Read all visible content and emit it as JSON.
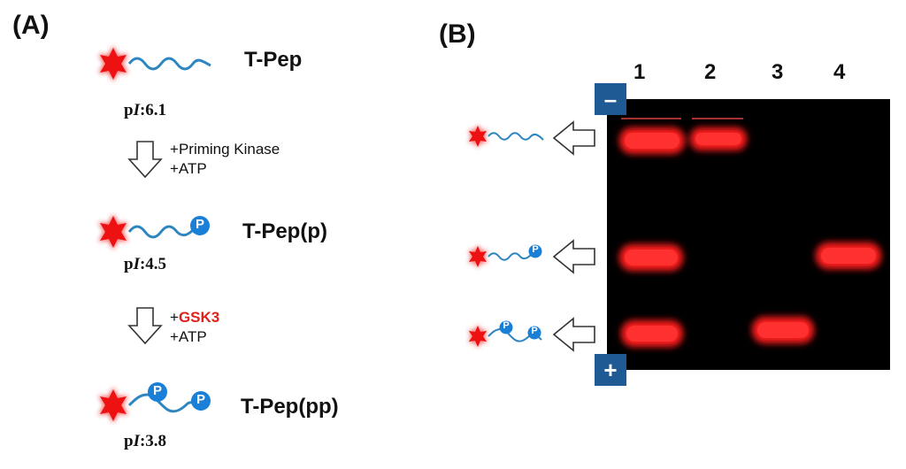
{
  "panelA": {
    "label": "(A)",
    "peptides": [
      {
        "name": "T-Pep",
        "pi_prefix": "p",
        "pi_italic": "I",
        "pi_value": ":6.1"
      },
      {
        "name": "T-Pep(p)",
        "pi_prefix": "p",
        "pi_italic": "I",
        "pi_value": ":4.5"
      },
      {
        "name": "T-Pep(pp)",
        "pi_prefix": "p",
        "pi_italic": "I",
        "pi_value": ":3.8"
      }
    ],
    "steps": [
      {
        "line1_prefix": "+",
        "line1_text": "Priming Kinase",
        "line2": "+ATP"
      },
      {
        "line1_prefix": "+",
        "line1_text": "GSK3",
        "line2": "+ATP"
      }
    ],
    "phospho_symbol": "P"
  },
  "panelB": {
    "label": "(B)",
    "lanes": [
      "1",
      "2",
      "3",
      "4"
    ],
    "cathode_symbol": "–",
    "anode_symbol": "+",
    "gel_color": "#000000",
    "band_color": "#ff1a1a"
  },
  "colors": {
    "fluorophore": "#ee1111",
    "peptide_chain": "#2e86c1",
    "phospho": "#1a7fd6",
    "pole_box": "#1f5a94",
    "gsk3_text": "#e0201b"
  }
}
